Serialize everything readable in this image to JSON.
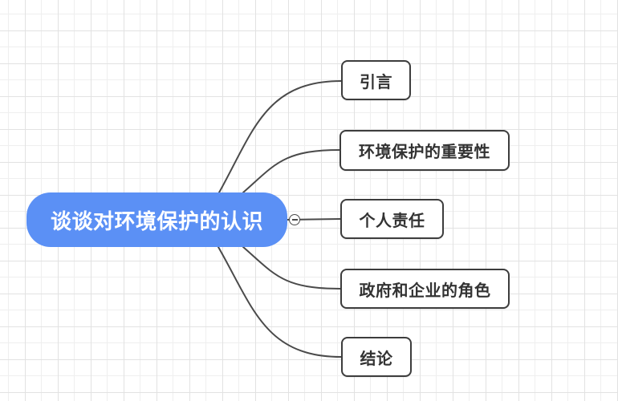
{
  "app": {
    "view": "mindmap-canvas"
  },
  "mindmap": {
    "root": {
      "label": "谈谈对环境保护的认识"
    },
    "children": [
      {
        "label": "引言"
      },
      {
        "label": "环境保护的重要性"
      },
      {
        "label": "个人责任"
      },
      {
        "label": "政府和企业的角色"
      },
      {
        "label": "结论"
      }
    ],
    "collapse_button": {
      "icon": "minus-icon",
      "state": "expanded"
    }
  },
  "colors": {
    "canvas_bg": "#FFFFFF",
    "grid_line_light": "#EFEFEF",
    "grid_line_dark": "#E2E2E2",
    "root_fill": "#5B90F5",
    "root_text": "#FFFFFF",
    "child_fill": "#FFFFFF",
    "child_border": "#3D3D3D",
    "child_text": "#333333",
    "connector": "#4A4A4A"
  }
}
